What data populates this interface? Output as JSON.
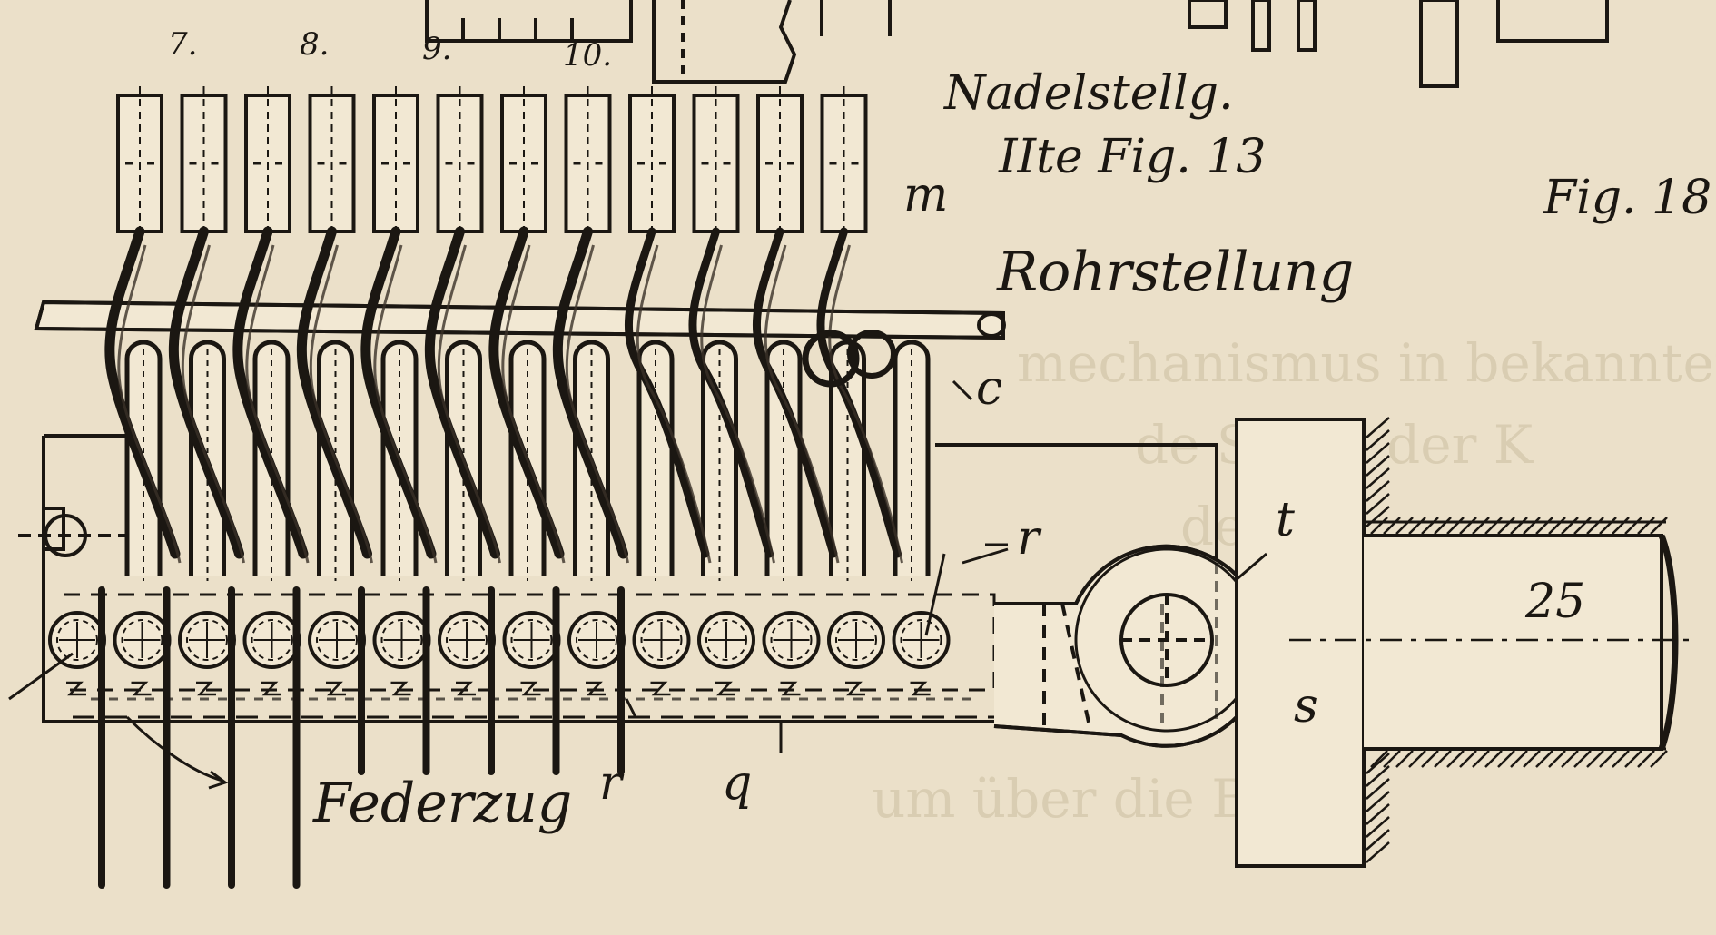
{
  "labels": {
    "fig13_line1": "Nadelstellg.",
    "fig13_line2": "IIte Fig. 13",
    "fig18": "Fig. 18.",
    "rohrstellung": "Rohrstellung",
    "federzug": "Federzug",
    "needle_numbers": [
      "7.",
      "8.",
      "9.",
      "10."
    ],
    "m": "m",
    "c": "c",
    "r_upper": "r",
    "r_lower": "r",
    "t": "t",
    "s": "s",
    "q": "q",
    "dimension_25": "25"
  },
  "drawing": {
    "needle_count": 12,
    "tube_count": 13,
    "roller_count": 14,
    "ink_color": "#1b1712",
    "paper_color": "#ebe0c9"
  }
}
